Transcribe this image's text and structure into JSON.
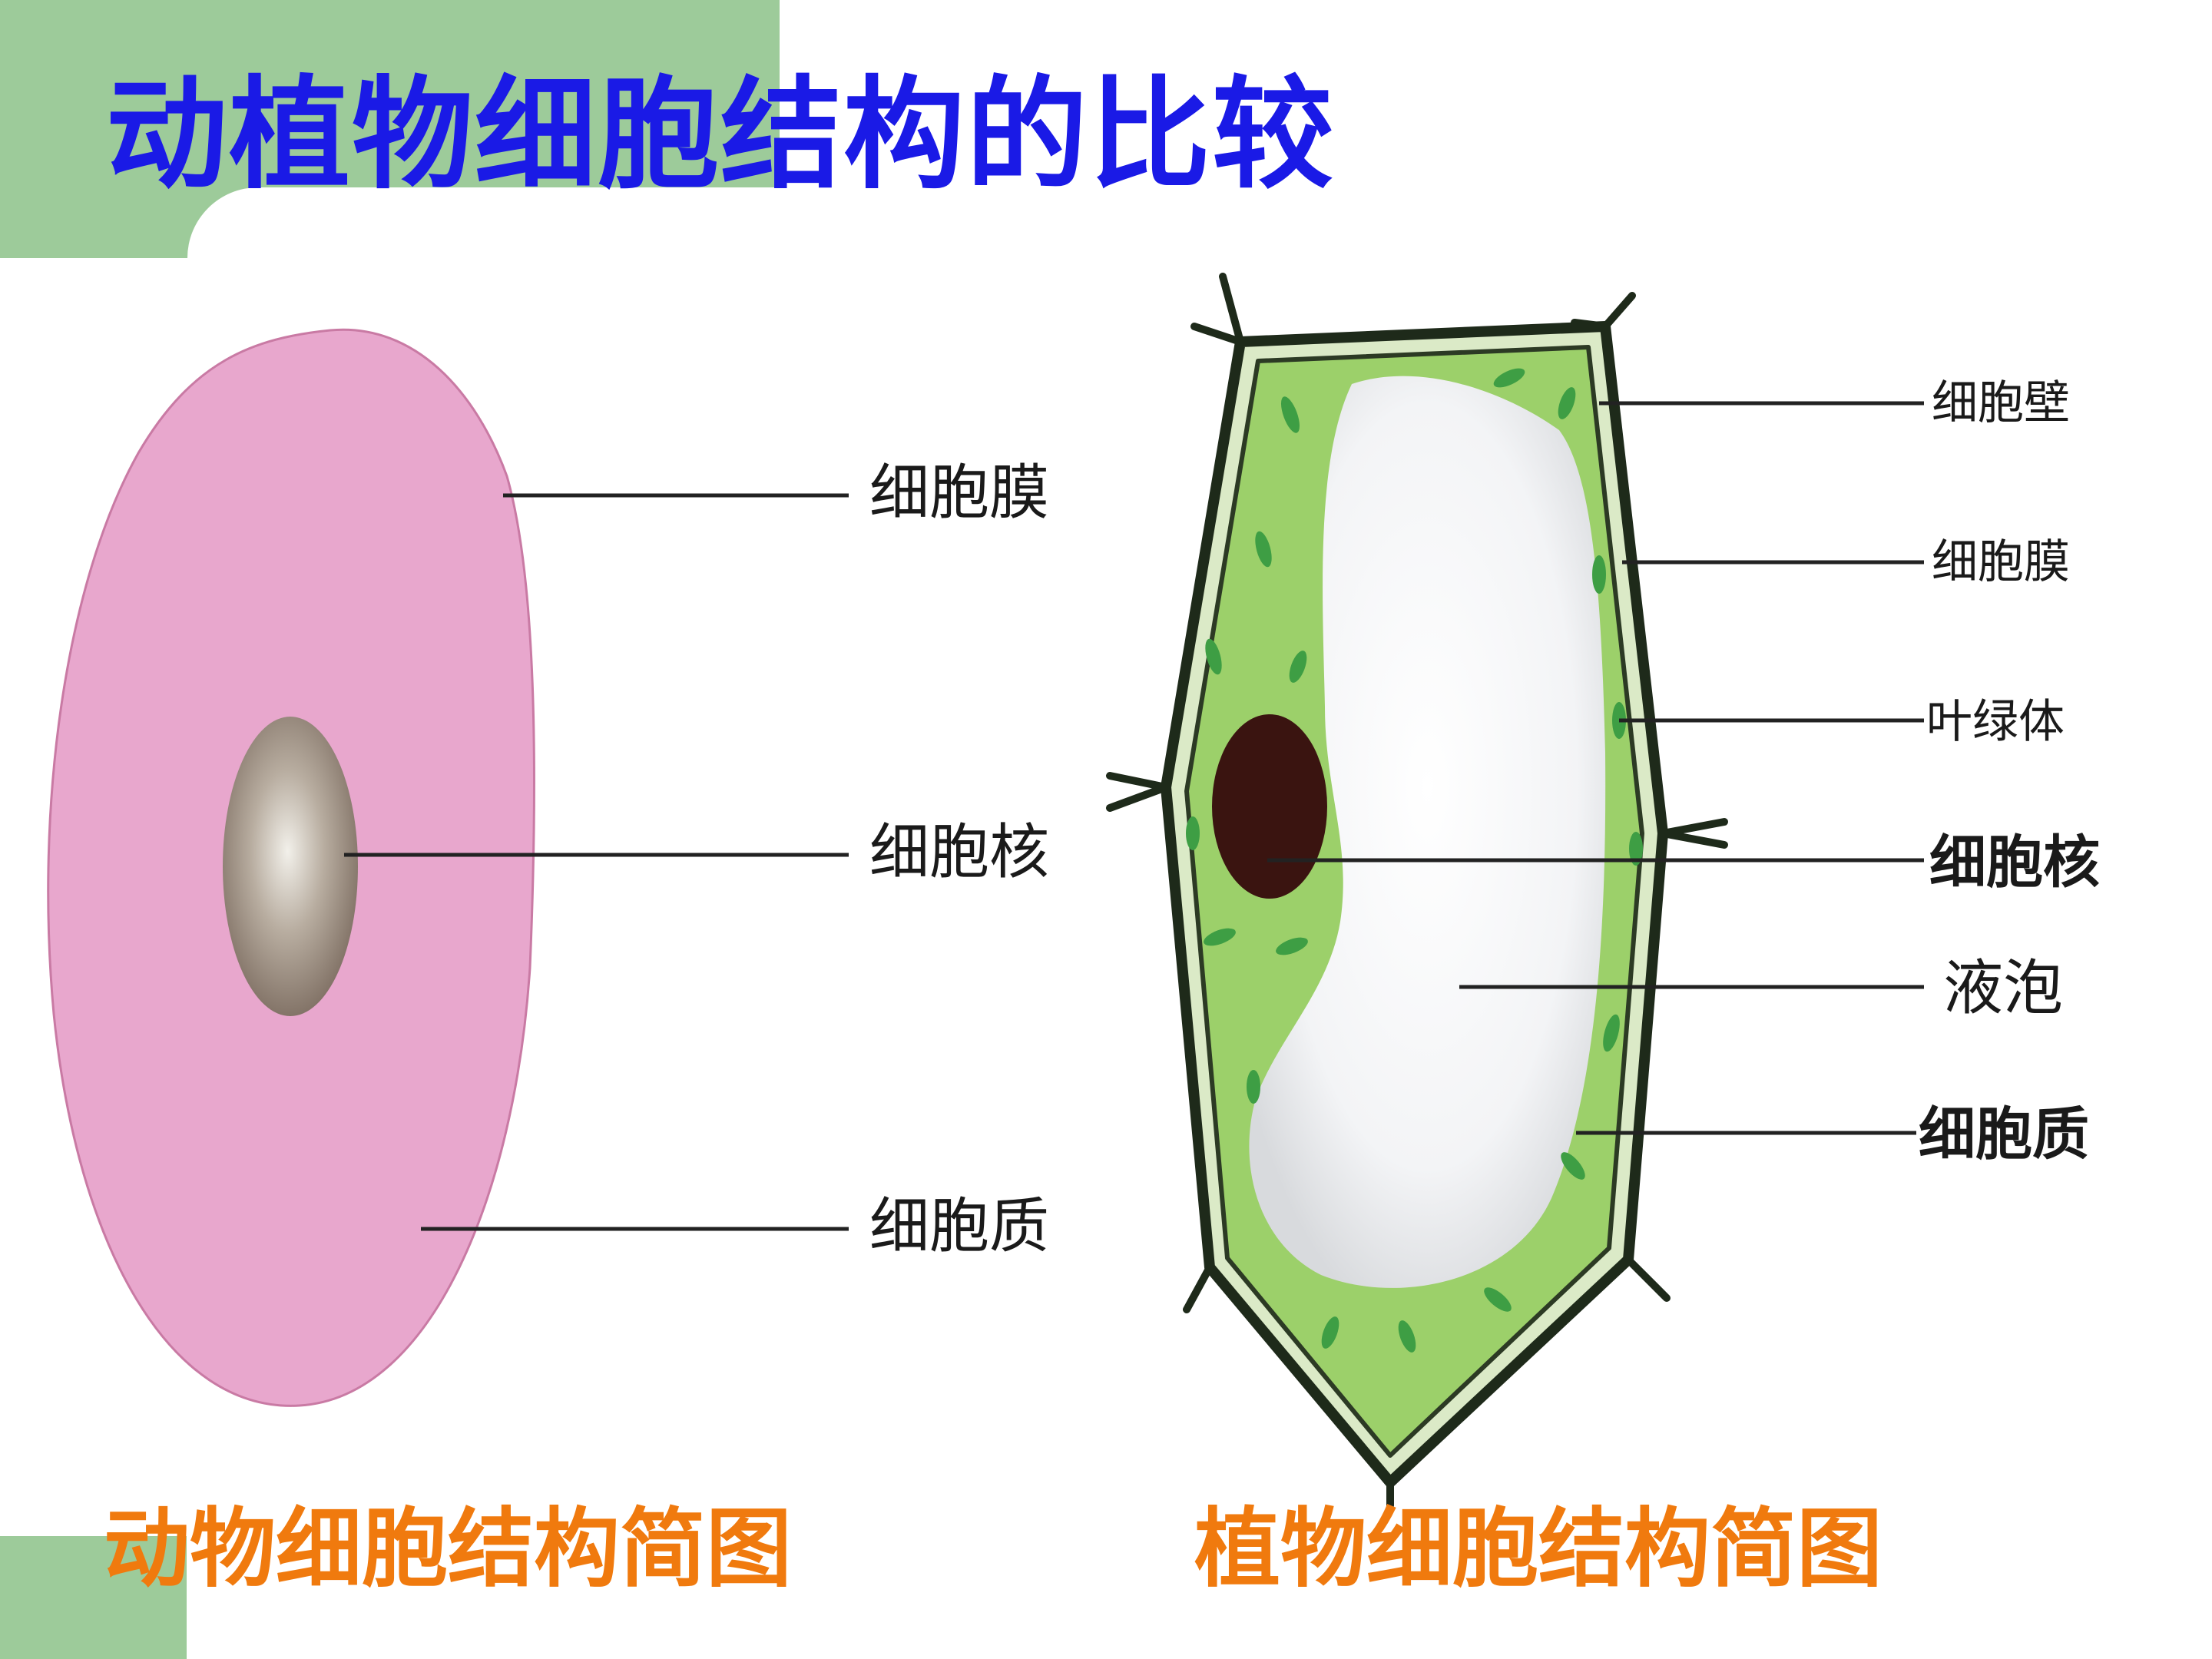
{
  "slide": {
    "title": "动植物细胞结构的比较",
    "animal_caption": "动物细胞结构简图",
    "plant_caption": "植物细胞结构简图"
  },
  "animal_cell": {
    "labels": [
      "细胞膜",
      "细胞核",
      "细胞质"
    ]
  },
  "plant_cell": {
    "labels": [
      "细胞壁",
      "细胞膜",
      "叶绿体",
      "细胞核",
      "液泡",
      "细胞质"
    ]
  },
  "colors": {
    "title": "#1a1ae6",
    "caption": "#f07a0e",
    "accent_green": "#9dcb9a",
    "animal_cytoplasm": "#e8a7cd",
    "plant_cytoplasm": "#9cd06a",
    "chloroplast": "#3e9e44",
    "nucleus_dark": "#3a1410"
  }
}
